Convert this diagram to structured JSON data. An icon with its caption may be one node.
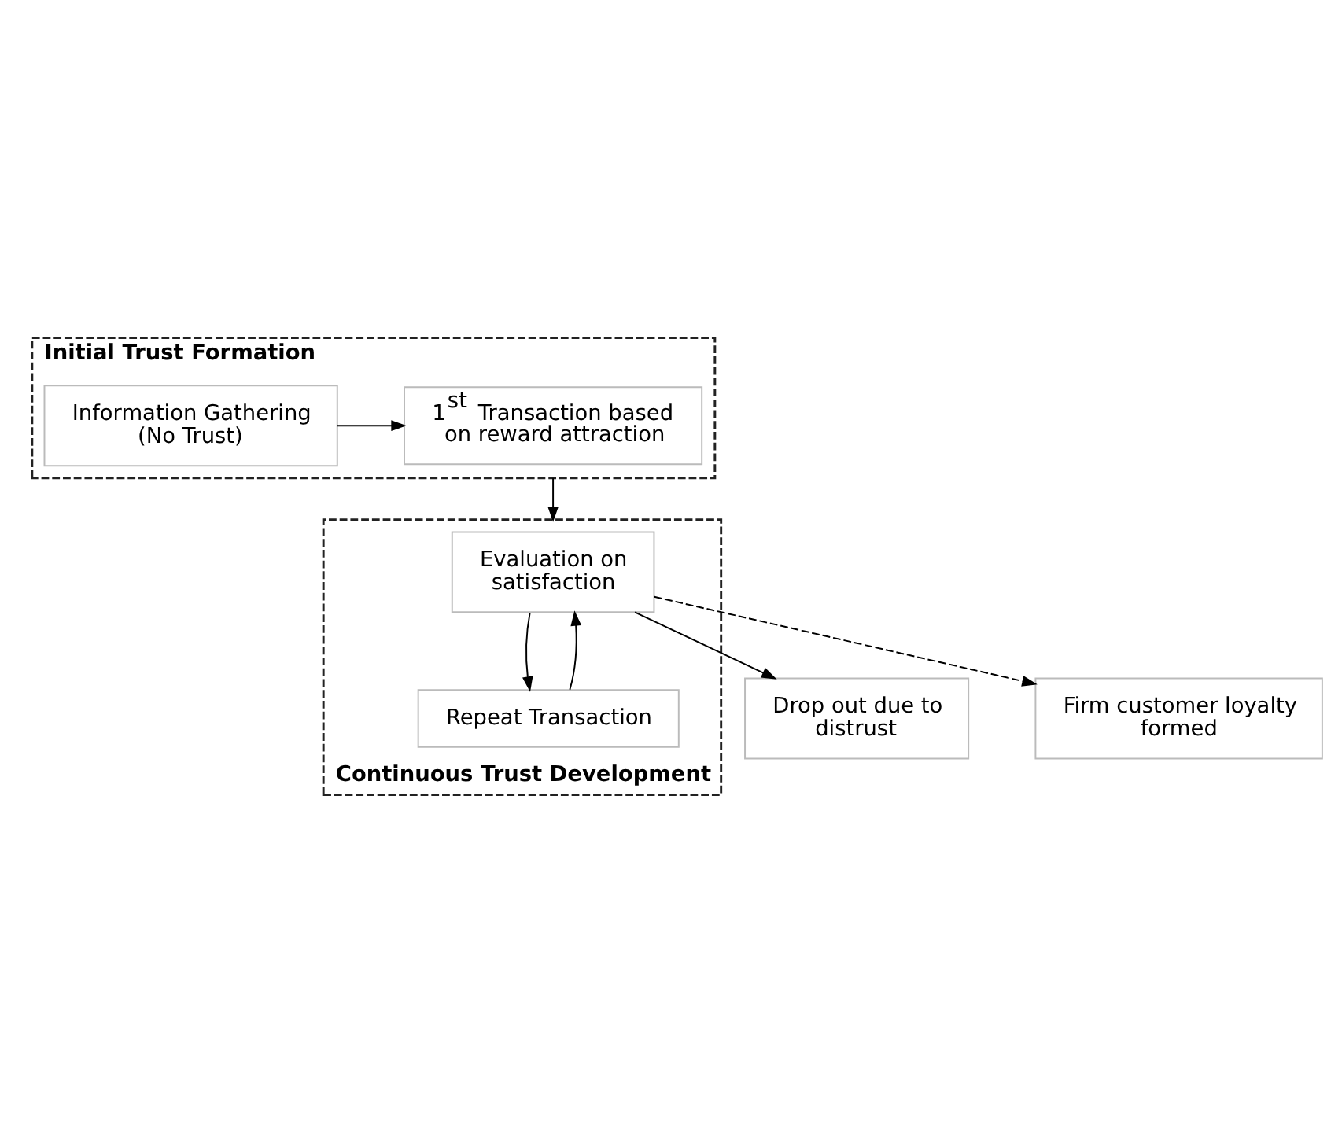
{
  "diagram": {
    "nodes": [
      {
        "text": [
          "Initial Trust Formation"
        ]
      },
      {
        "text": [
          "Information Gathering (No Trust)"
        ],
        "in": 0
      },
      {
        "text": [
          "1$^{st}$ Transaction based on reward attraction"
        ],
        "in": 0
      },
      {
        "text": [
          "Continuous Trust Development"
        ]
      },
      {
        "text": [
          "Evaluation on satisfaction"
        ],
        "in": 3
      },
      {
        "text": [
          "Repeat Transaction"
        ],
        "in": 3
      },
      {
        "text": [
          "Drop out due to distrust"
        ]
      },
      {
        "text": [
          "Firm customer loyalty formed"
        ]
      }
    ],
    "edges": [
      {
        "from": 1,
        "to": 2,
        "arrow": "to"
      },
      {
        "from": 0,
        "to": 3,
        "arrow": "to"
      },
      {
        "from": 4,
        "to": 6,
        "arrow": "to"
      },
      {
        "from": 4,
        "to": 7,
        "arrow": "to",
        "style": "dashed"
      },
      {
        "from": 4,
        "to": 5,
        "arrow": "to"
      },
      {
        "from": 5,
        "to": 4,
        "arrow": "to"
      }
    ]
  }
}
